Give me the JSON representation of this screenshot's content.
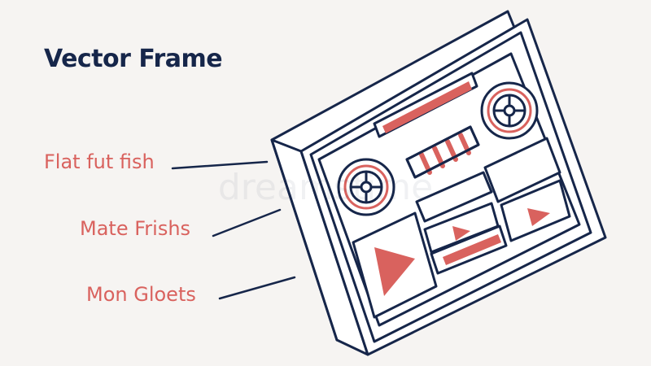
{
  "title": "Vector Frame",
  "callouts": [
    {
      "label": "Flat fut fish"
    },
    {
      "label": "Mate Frishs"
    },
    {
      "label": "Mon Gloets"
    }
  ],
  "colors": {
    "background": "#f6f4f2",
    "ink": "#16264a",
    "accent": "#d9625e"
  },
  "watermark": "dreamstime"
}
